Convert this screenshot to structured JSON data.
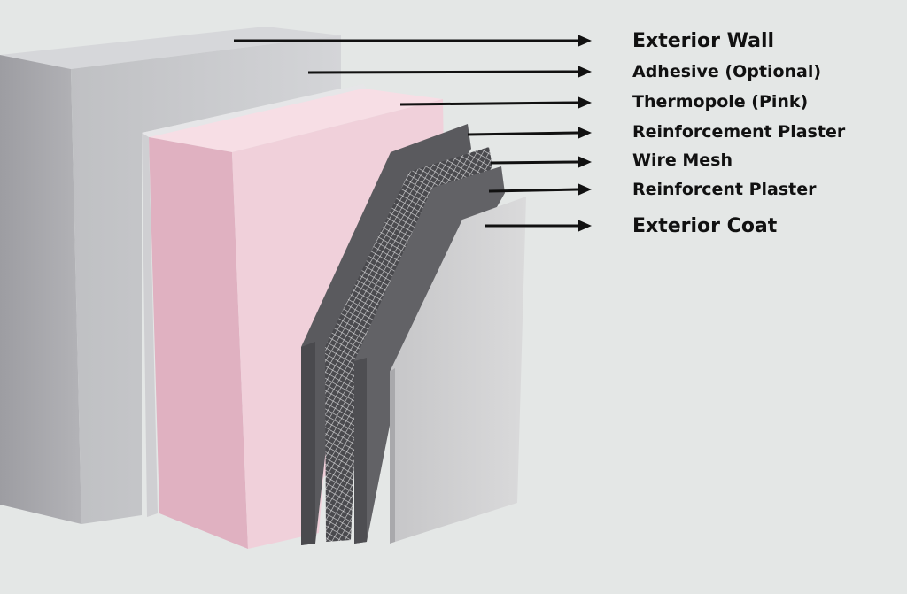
{
  "labels": [
    {
      "id": "exterior-wall",
      "text": "Exterior Wall"
    },
    {
      "id": "adhesive",
      "text": "Adhesive (Optional)"
    },
    {
      "id": "thermopole",
      "text": "Thermopole (Pink)"
    },
    {
      "id": "reinforcement-plaster",
      "text": "Reinforcement Plaster"
    },
    {
      "id": "wire-mesh",
      "text": "Wire Mesh"
    },
    {
      "id": "reinforcent-plaster",
      "text": "Reinforcent Plaster"
    },
    {
      "id": "exterior-coat",
      "text": "Exterior Coat"
    }
  ],
  "colors": {
    "background": "#e4e7e6",
    "wall_face": "#a9a9ad",
    "wall_side": "#c6c7ca",
    "wall_top": "#d2d3d6",
    "adhesive": "#d9d9db",
    "foam_front": "#e1b3c2",
    "foam_side": "#f2d3dc",
    "foam_top": "#f6dde4",
    "plaster_dark": "#5e5e62",
    "mesh": "#8a8a8e",
    "coat": "#d3d3d4",
    "arrow": "#111111"
  }
}
